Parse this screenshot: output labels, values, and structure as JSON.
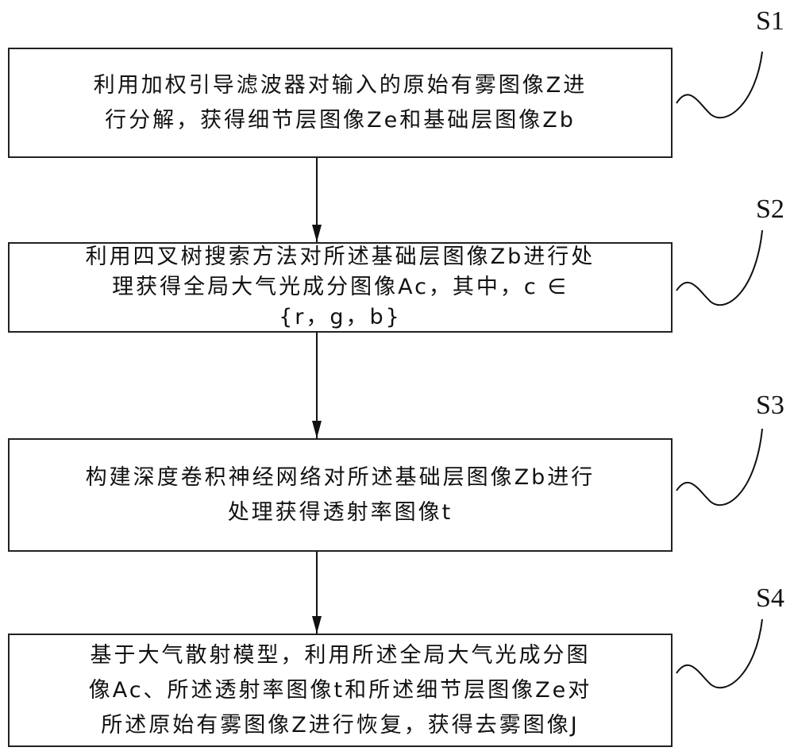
{
  "steps": [
    {
      "id": "S1",
      "lines": [
        "利用加权引导滤波器对输入的原始有雾图像Z进",
        "行分解，获得细节层图像Ze和基础层图像Zb"
      ]
    },
    {
      "id": "S2",
      "lines": [
        "利用四叉树搜索方法对所述基础层图像Zb进行处",
        "理获得全局大气光成分图像Ac，其中，c ∈",
        "{r，g，b}"
      ]
    },
    {
      "id": "S3",
      "lines": [
        "构建深度卷积神经网络对所述基础层图像Zb进行",
        "处理获得透射率图像t"
      ]
    },
    {
      "id": "S4",
      "lines": [
        "基于大气散射模型，利用所述全局大气光成分图",
        "像Ac、所述透射率图像t和所述细节层图像Ze对",
        "所述原始有雾图像Z进行恢复，获得去雾图像J"
      ]
    }
  ]
}
